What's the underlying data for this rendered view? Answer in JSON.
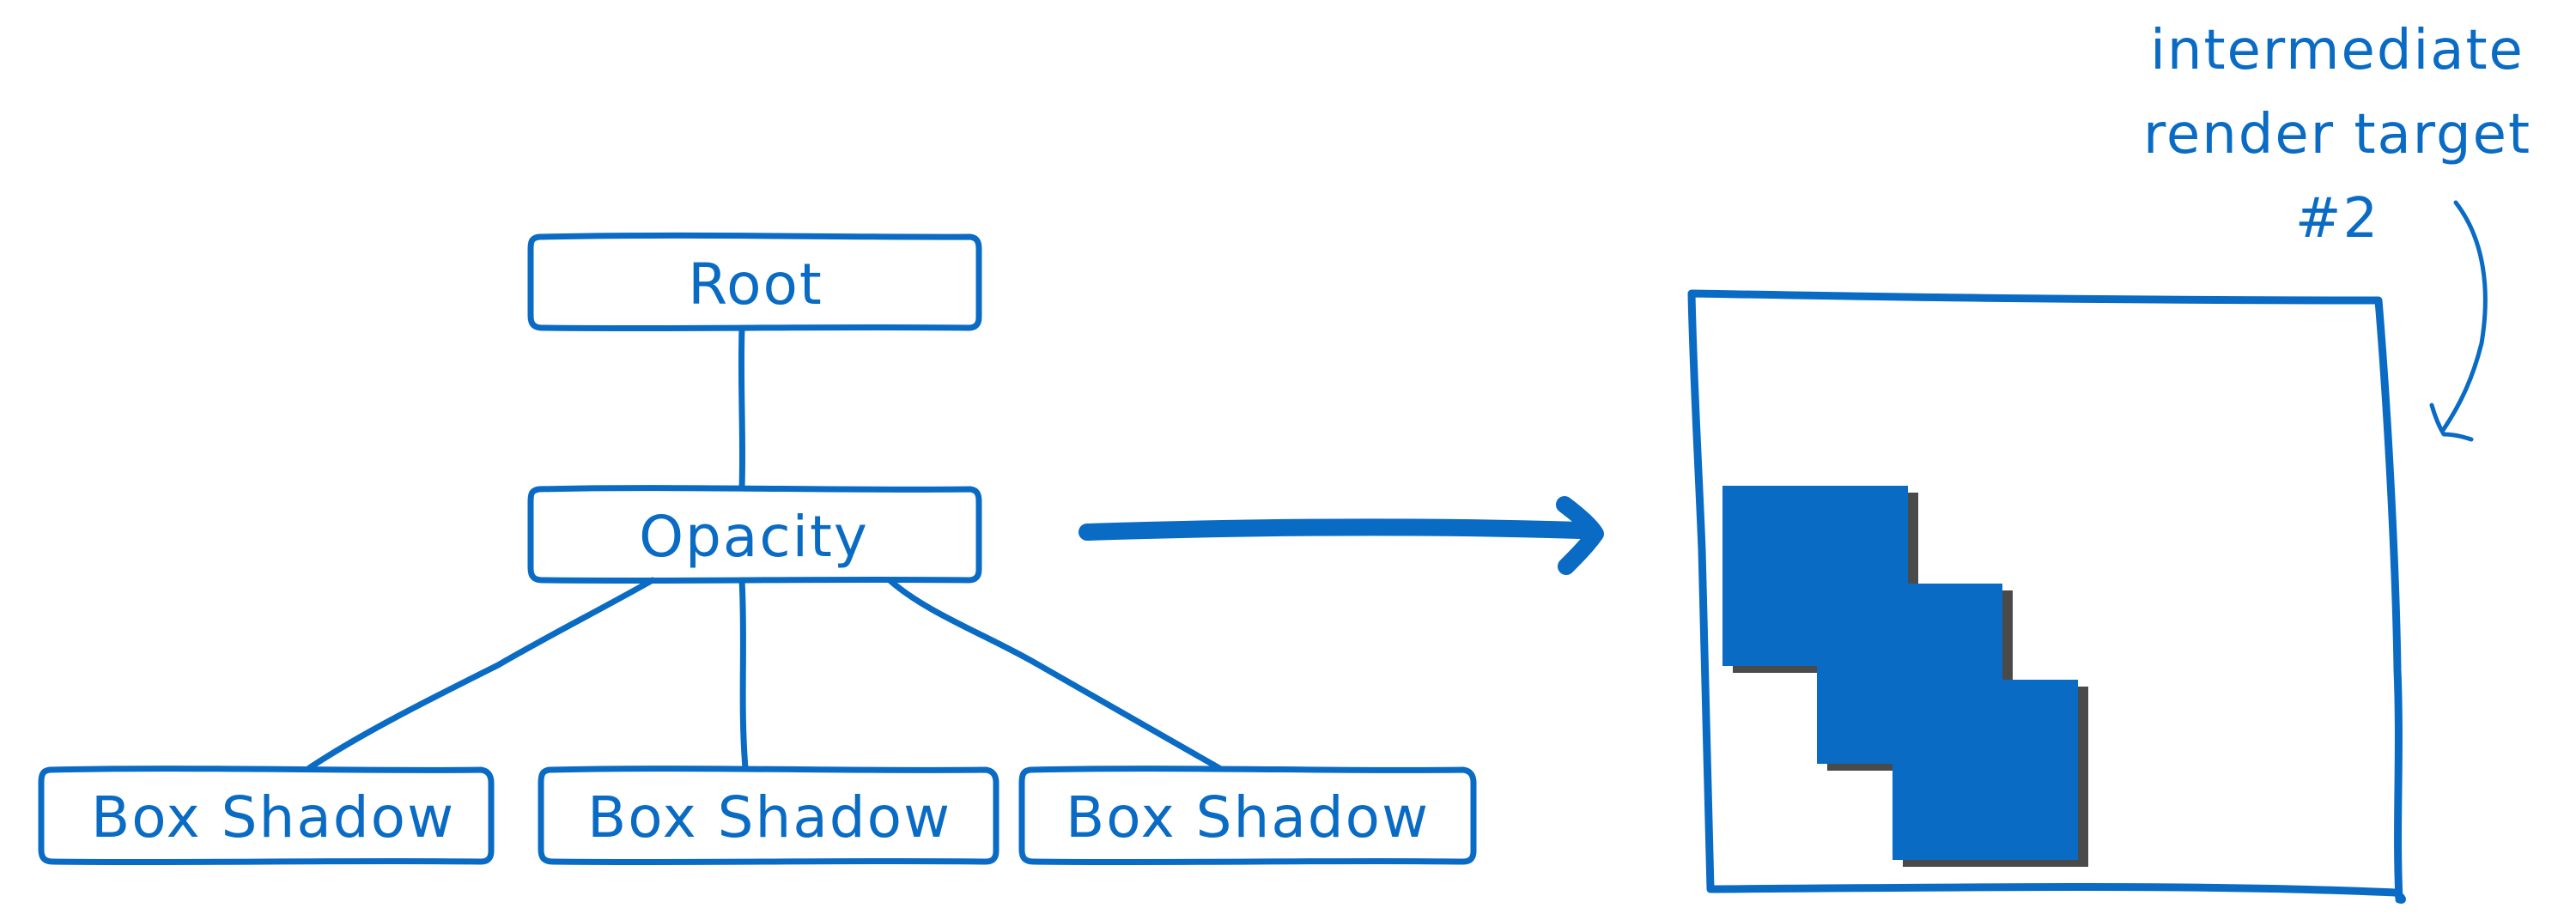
{
  "tree": {
    "root": {
      "label": "Root"
    },
    "opacity": {
      "label": "Opacity"
    },
    "children": [
      {
        "label": "Box Shadow"
      },
      {
        "label": "Box Shadow"
      },
      {
        "label": "Box Shadow"
      }
    ]
  },
  "render_target": {
    "caption_lines": [
      "intermediate",
      "render target",
      "#2"
    ]
  },
  "colors": {
    "ink": "#0a6bc4",
    "square_fill": "#0a6bc4",
    "shadow": "#4a4a4a",
    "background": "#ffffff"
  }
}
